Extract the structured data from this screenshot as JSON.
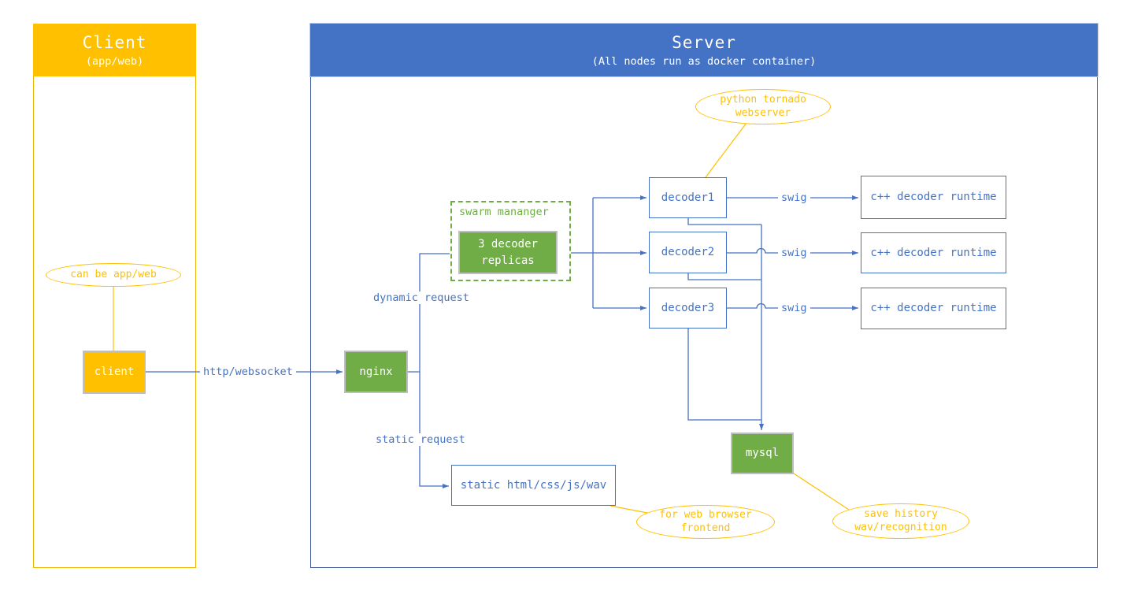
{
  "client_panel": {
    "title": "Client",
    "subtitle": "(app/web)"
  },
  "server_panel": {
    "title": "Server",
    "subtitle": "(All nodes run as docker container)"
  },
  "nodes": {
    "client": "client",
    "nginx": "nginx",
    "swarm_group_label": "swarm mananger",
    "replicas": {
      "line1": "3 decoder",
      "line2": "replicas"
    },
    "decoder1": "decoder1",
    "decoder2": "decoder2",
    "decoder3": "decoder3",
    "runtime1": "c++ decoder runtime",
    "runtime2": "c++ decoder runtime",
    "runtime3": "c++ decoder runtime",
    "mysql": "mysql",
    "static_files": "static html/css/js/wav"
  },
  "annotations": {
    "can_be_app_web": "can be app/web",
    "python_tornado": {
      "line1": "python tornado",
      "line2": "webserver"
    },
    "for_web_browser": {
      "line1": "for web browser",
      "line2": "frontend"
    },
    "save_history": {
      "line1": "save history",
      "line2": "wav/recognition"
    }
  },
  "edge_labels": {
    "http_websocket": "http/websocket",
    "dynamic_request": "dynamic request",
    "static_request": "static request",
    "swig1": "swig",
    "swig2": "swig",
    "swig3": "swig"
  },
  "colors": {
    "orange": "#FFC000",
    "blue": "#4472C4",
    "green": "#70AD47",
    "server_border": "#3A5697",
    "box_stroke_gray": "#BFBFBF"
  }
}
